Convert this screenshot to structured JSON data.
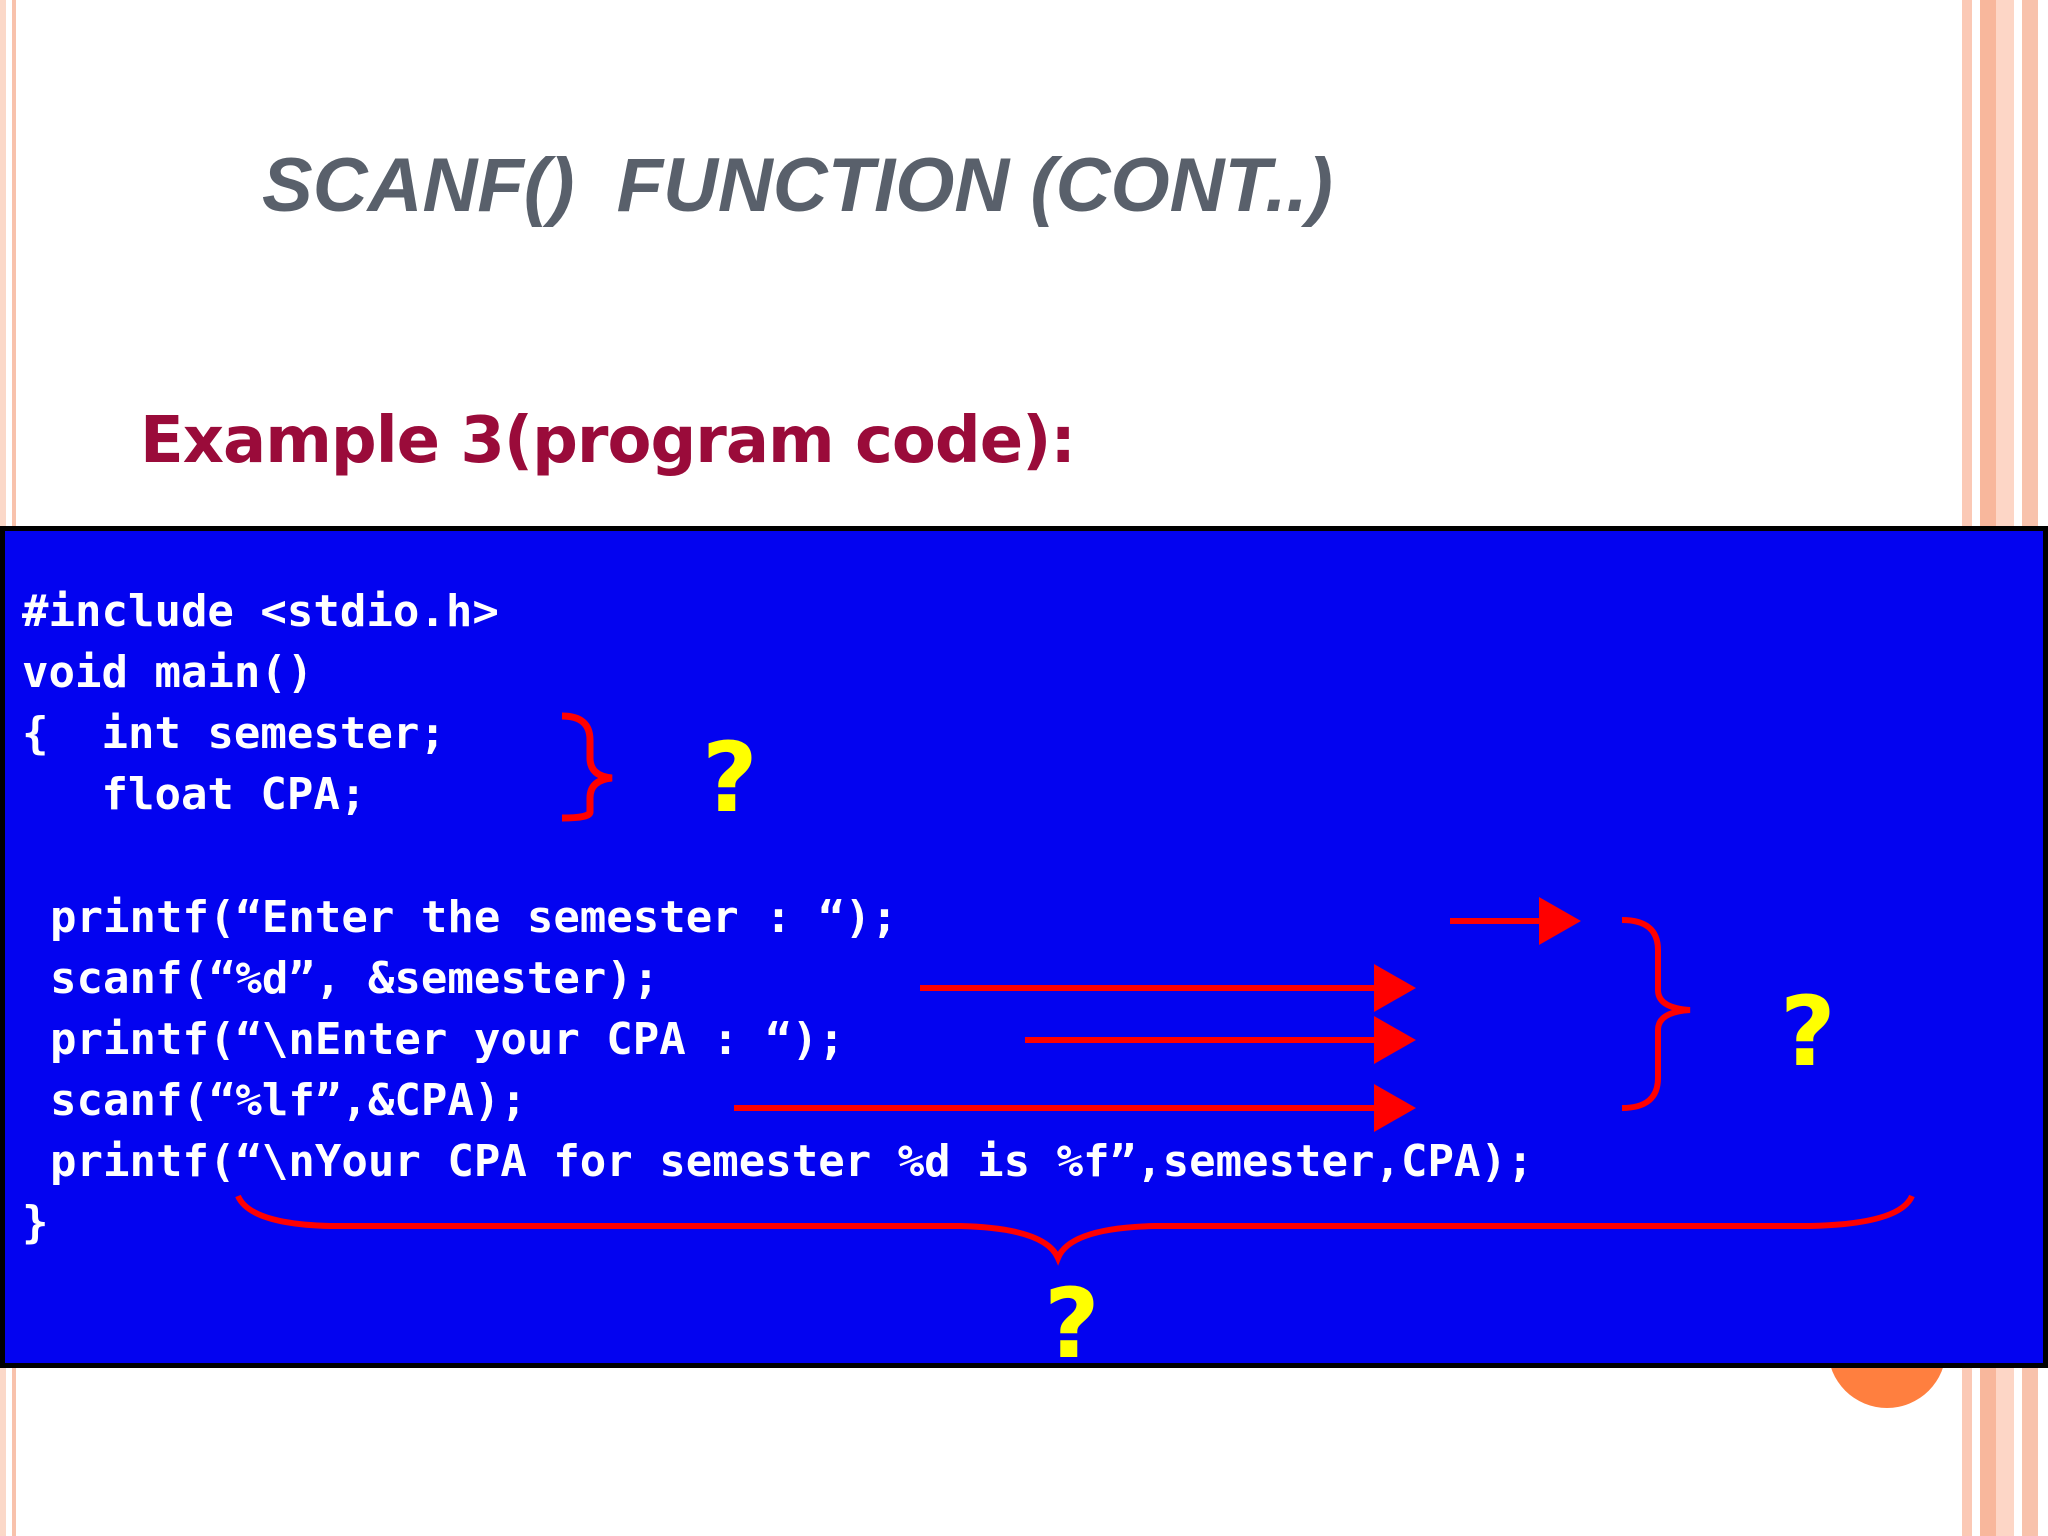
{
  "slide": {
    "title": "SCANF()  FUNCTION (CONT..)",
    "subtitle": "Example 3(program code):"
  },
  "code": {
    "lines": [
      "#include <stdio.h>",
      "void main()",
      "{  int semester;",
      "   float CPA;",
      "printf(“Enter the semester : “);",
      "scanf(“%d”, &semester);",
      "printf(“\\nEnter your CPA : “);",
      "scanf(“%lf”,&CPA);",
      "printf(“\\nYour CPA for semester %d is %f”,semester,CPA);",
      "}"
    ]
  },
  "annotations": {
    "question_mark": "?",
    "annotation_color": "#ff0000",
    "question_color": "#ffff00"
  },
  "colors": {
    "code_background": "#0303f0",
    "title": "#59606b",
    "subtitle": "#9a0b3a",
    "accent_circle": "#ff7f3f"
  }
}
